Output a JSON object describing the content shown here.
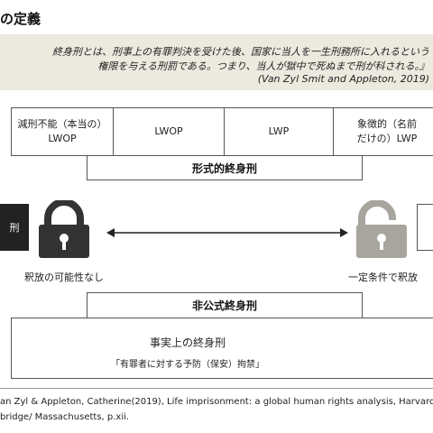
{
  "title": "の定義",
  "quote": {
    "line1": "終身刑とは、刑事上の有罪判決を受けた後、国家に当人を一生刑務所に入れるという",
    "line2": "権限を与える刑罰である。つまり、当人が獄中で死ぬまで刑が科される。』",
    "line3": "(Van Zyl Smit and Appleton, 2019)"
  },
  "categories": [
    {
      "line1": "減刑不能（本当の）",
      "line2": "LWOP"
    },
    {
      "line1": "LWOP",
      "line2": ""
    },
    {
      "line1": "LWP",
      "line2": ""
    },
    {
      "line1": "象徴的（名前",
      "line2": "だけの）LWP"
    }
  ],
  "formal_label": "形式的終身刑",
  "left_box_text": "刑",
  "locked_caption": "釈放の可能性なし",
  "unlocked_caption": "一定条件で釈放",
  "informal_label": "非公式終身刑",
  "de_facto": {
    "main": "事実上の終身刑",
    "sub": "「有罪者に対する予防（保安）拘禁」"
  },
  "reference": {
    "line1": "an Zyl & Appleton, Catherine(2019), Life imprisonment: a global human rights analysis, Harvard",
    "line2": "bridge/ Massachusetts, p.xii."
  },
  "colors": {
    "band": "#ece9df",
    "lock_closed": "#333333",
    "lock_open": "#a8a59e"
  }
}
